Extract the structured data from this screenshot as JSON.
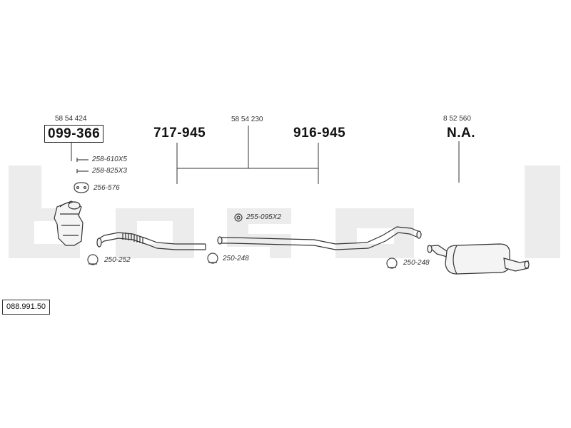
{
  "watermark": "bosal",
  "reference_number": "088.991.50",
  "groups": [
    {
      "oem": "58 54 424",
      "part": "099-366"
    },
    {
      "oem": "58 54 230",
      "parts": [
        "717-945",
        "916-945"
      ]
    },
    {
      "oem": "8 52 560",
      "part": "N.A."
    }
  ],
  "fitting_kits": [
    {
      "code": "258-610X5",
      "icon": "bolt-icon"
    },
    {
      "code": "258-825X3",
      "icon": "bolt-icon"
    },
    {
      "code": "256-576",
      "icon": "gasket-icon"
    },
    {
      "code": "255-095X2",
      "icon": "rubber-mount-icon"
    },
    {
      "code": "250-252",
      "icon": "clamp-icon"
    },
    {
      "code": "250-248",
      "icon": "clamp-icon"
    },
    {
      "code": "250-248",
      "icon": "clamp-icon"
    }
  ]
}
